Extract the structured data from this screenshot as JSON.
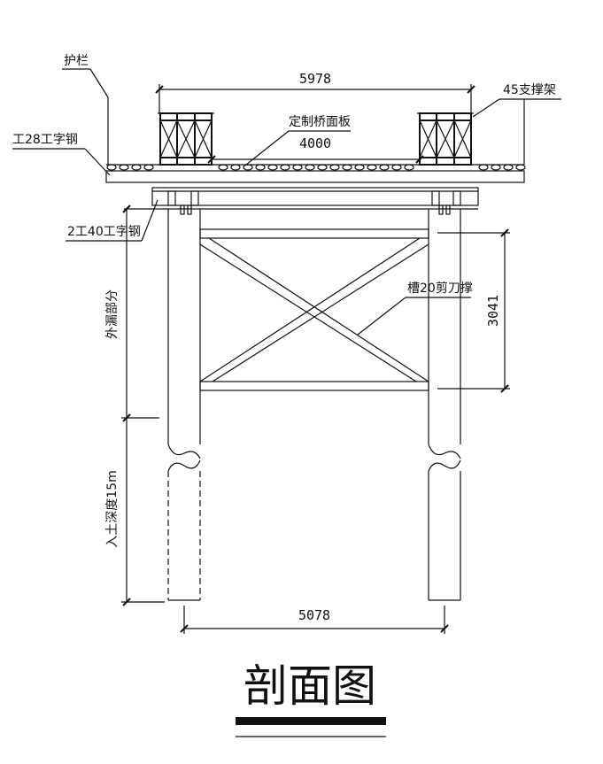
{
  "labels": {
    "railing": "护栏",
    "i28": "工28工字钢",
    "i40": "2工40工字钢",
    "support_frame": "45支撑架",
    "deck_panel": "定制桥面板",
    "bracing": "槽20剪刀撑",
    "exposed": "外漏部分",
    "embed_depth": "入土深度15m"
  },
  "dims": {
    "top_width": "5978",
    "deck_width": "4000",
    "bracing_height": "3041",
    "pile_spacing": "5078"
  },
  "title": "剖面图"
}
